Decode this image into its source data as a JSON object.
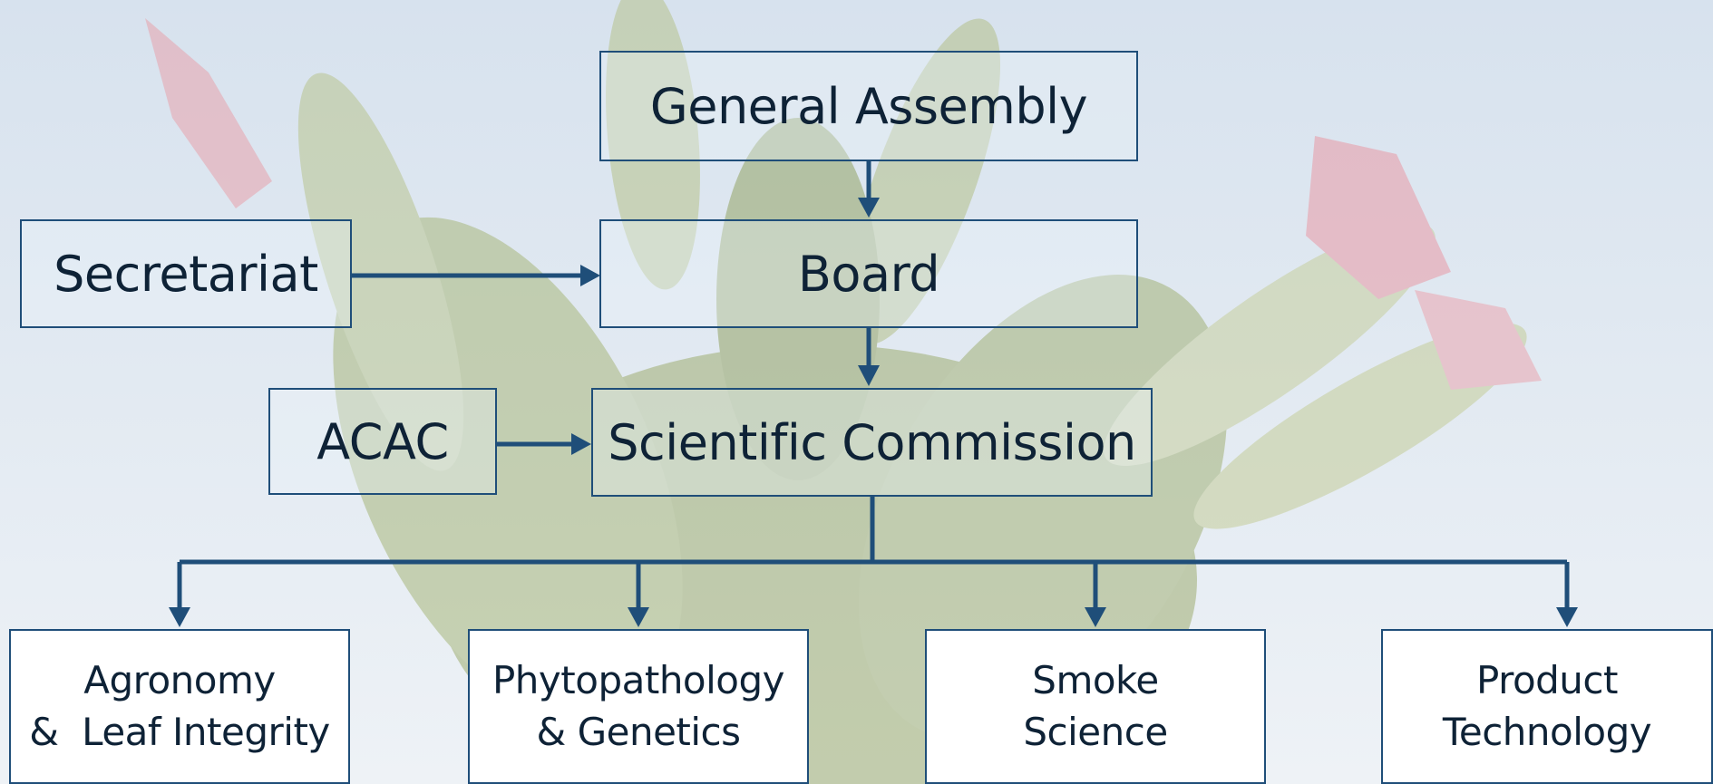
{
  "colors": {
    "line": "#1f4e79",
    "text": "#0e2236",
    "sky": "#e6edf5",
    "petal": "#e79aa4",
    "leaf": "#a9b784"
  },
  "background": {
    "subject": "flowering tobacco plant against sky"
  },
  "nodes": {
    "general_assembly": "General Assembly",
    "board": "Board",
    "secretariat": "Secretariat",
    "acac": "ACAC",
    "scientific_commission": "Scientific Commission"
  },
  "groups": [
    {
      "line1": "Agronomy",
      "line2": "&  Leaf Integrity"
    },
    {
      "line1": "Phytopathology",
      "line2": "& Genetics"
    },
    {
      "line1": "Smoke",
      "line2": "Science"
    },
    {
      "line1": "Product",
      "line2": "Technology"
    }
  ]
}
